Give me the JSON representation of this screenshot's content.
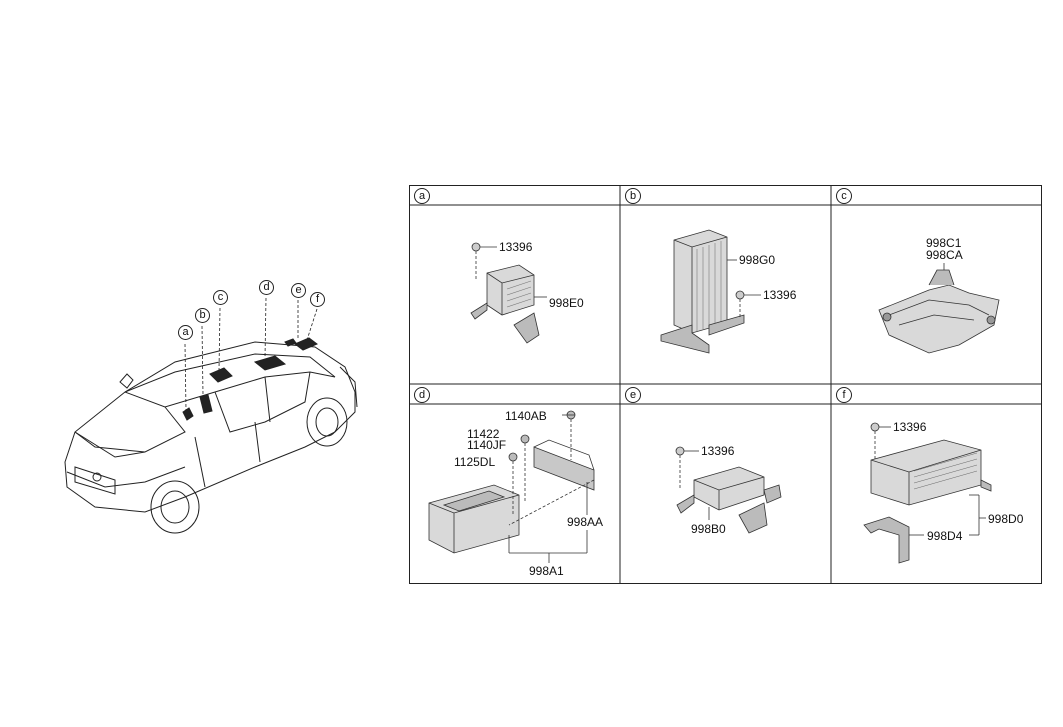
{
  "car_callouts": [
    "a",
    "b",
    "c",
    "d",
    "e",
    "f"
  ],
  "panels": [
    {
      "id": "a",
      "labels": [
        "13396",
        "998E0"
      ]
    },
    {
      "id": "b",
      "labels": [
        "998G0",
        "13396"
      ]
    },
    {
      "id": "c",
      "labels": [
        "998C1",
        "998CA"
      ]
    },
    {
      "id": "d",
      "labels": [
        "1140AB",
        "11422",
        "1140JF",
        "1125DL",
        "998AA",
        "998A1"
      ]
    },
    {
      "id": "e",
      "labels": [
        "13396",
        "998B0"
      ]
    },
    {
      "id": "f",
      "labels": [
        "13396",
        "998D0",
        "998D4"
      ]
    }
  ],
  "colors": {
    "line": "#222222",
    "part_fill": "#d9d9d9",
    "part_dark": "#555555"
  }
}
